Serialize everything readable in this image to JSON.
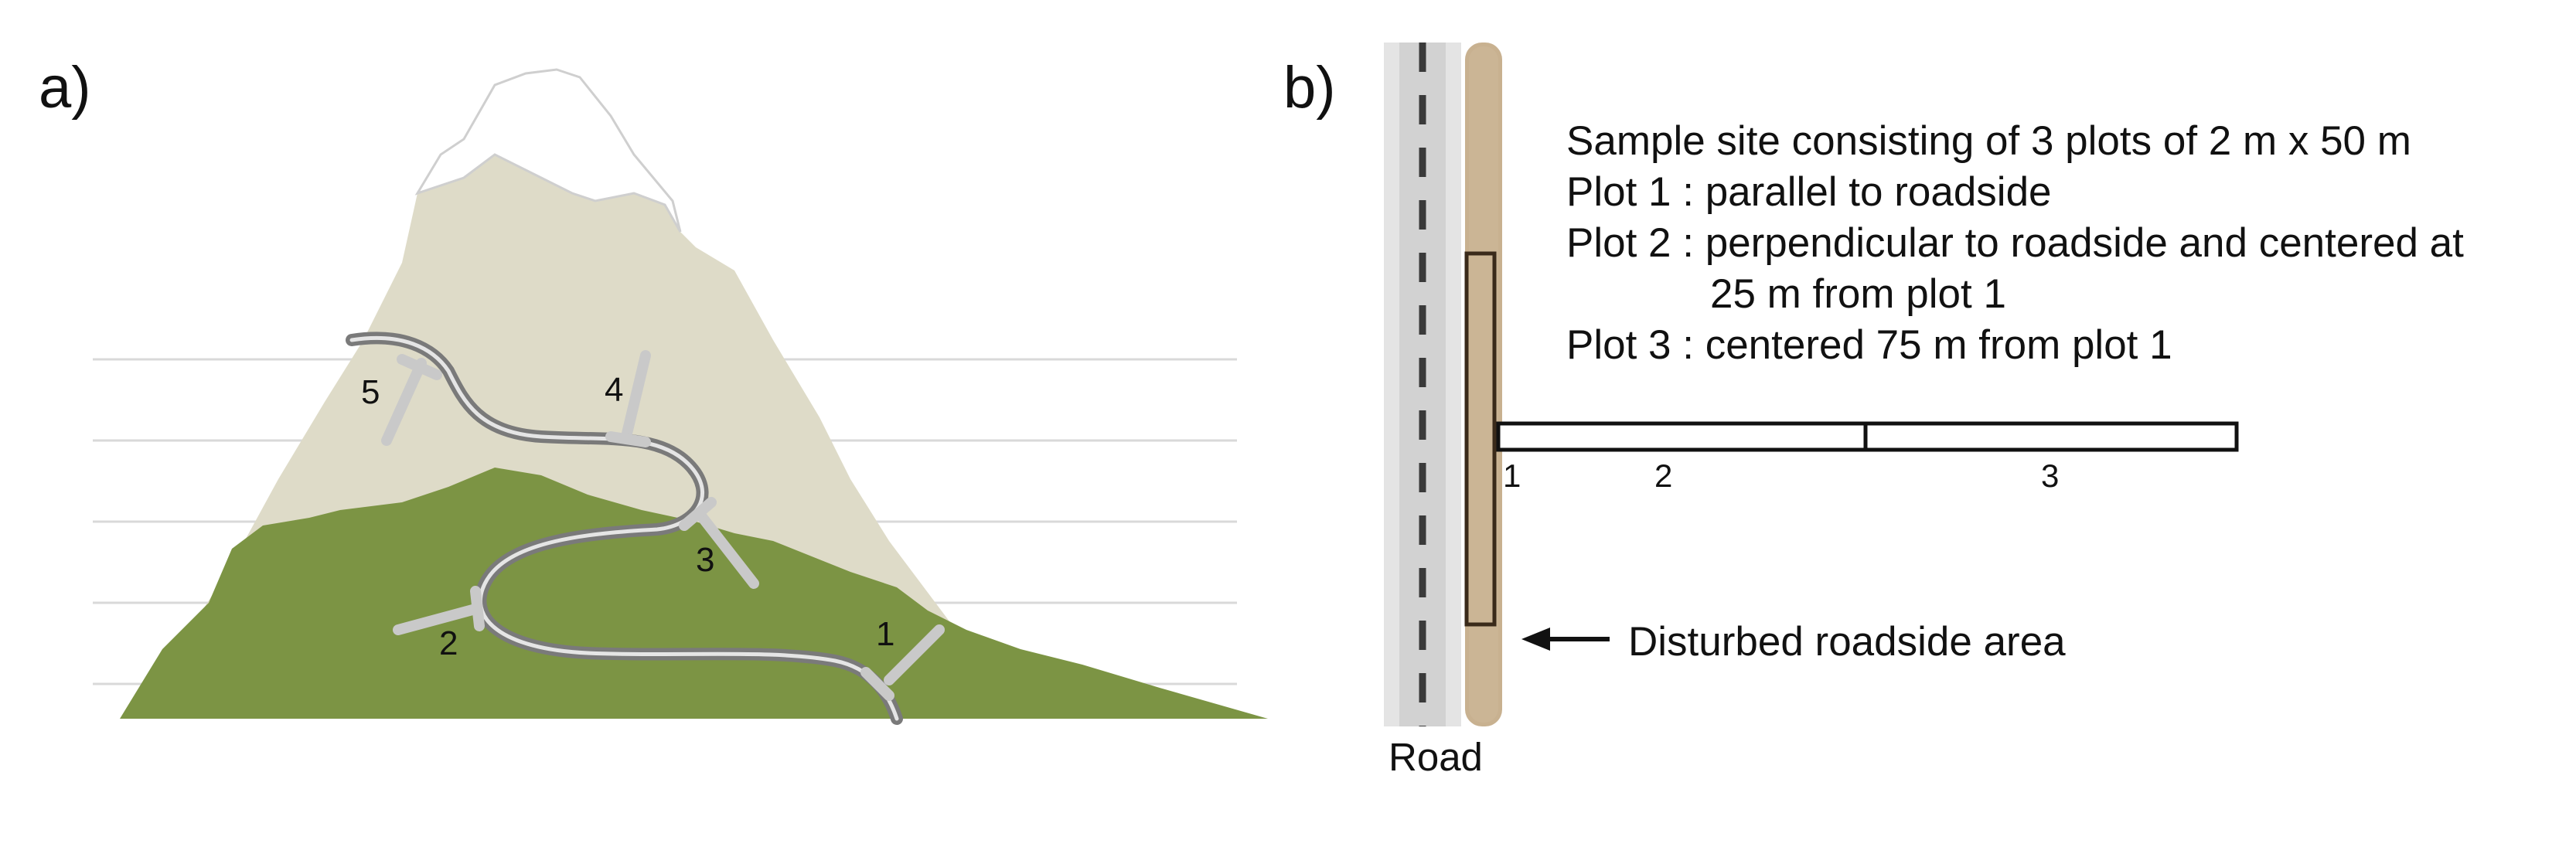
{
  "panels": {
    "a": {
      "label": "a)",
      "plot_labels": [
        "1",
        "2",
        "3",
        "4",
        "5"
      ]
    },
    "b": {
      "label": "b)",
      "description_lines": [
        "Sample site consisting of 3 plots of 2 m x 50 m",
        "Plot 1 : parallel to roadside",
        "Plot 2 : perpendicular to roadside and centered at",
        "25 m from plot 1",
        "Plot 3 : centered 75 m from plot 1"
      ],
      "plot_labels": [
        "1",
        "2",
        "3"
      ],
      "road_label": "Road",
      "area_label": "Disturbed roadside area"
    }
  },
  "colors": {
    "mountain_upper": "#dedbc8",
    "mountain_lower": "#7c9444",
    "snow": "#ffffff",
    "road": "#7a7a7a",
    "transect": "#c9c9c9",
    "gridline": "#d9d9d9",
    "roadside_strip": "#c8b190",
    "plot_outline": "#3a2a1a"
  }
}
